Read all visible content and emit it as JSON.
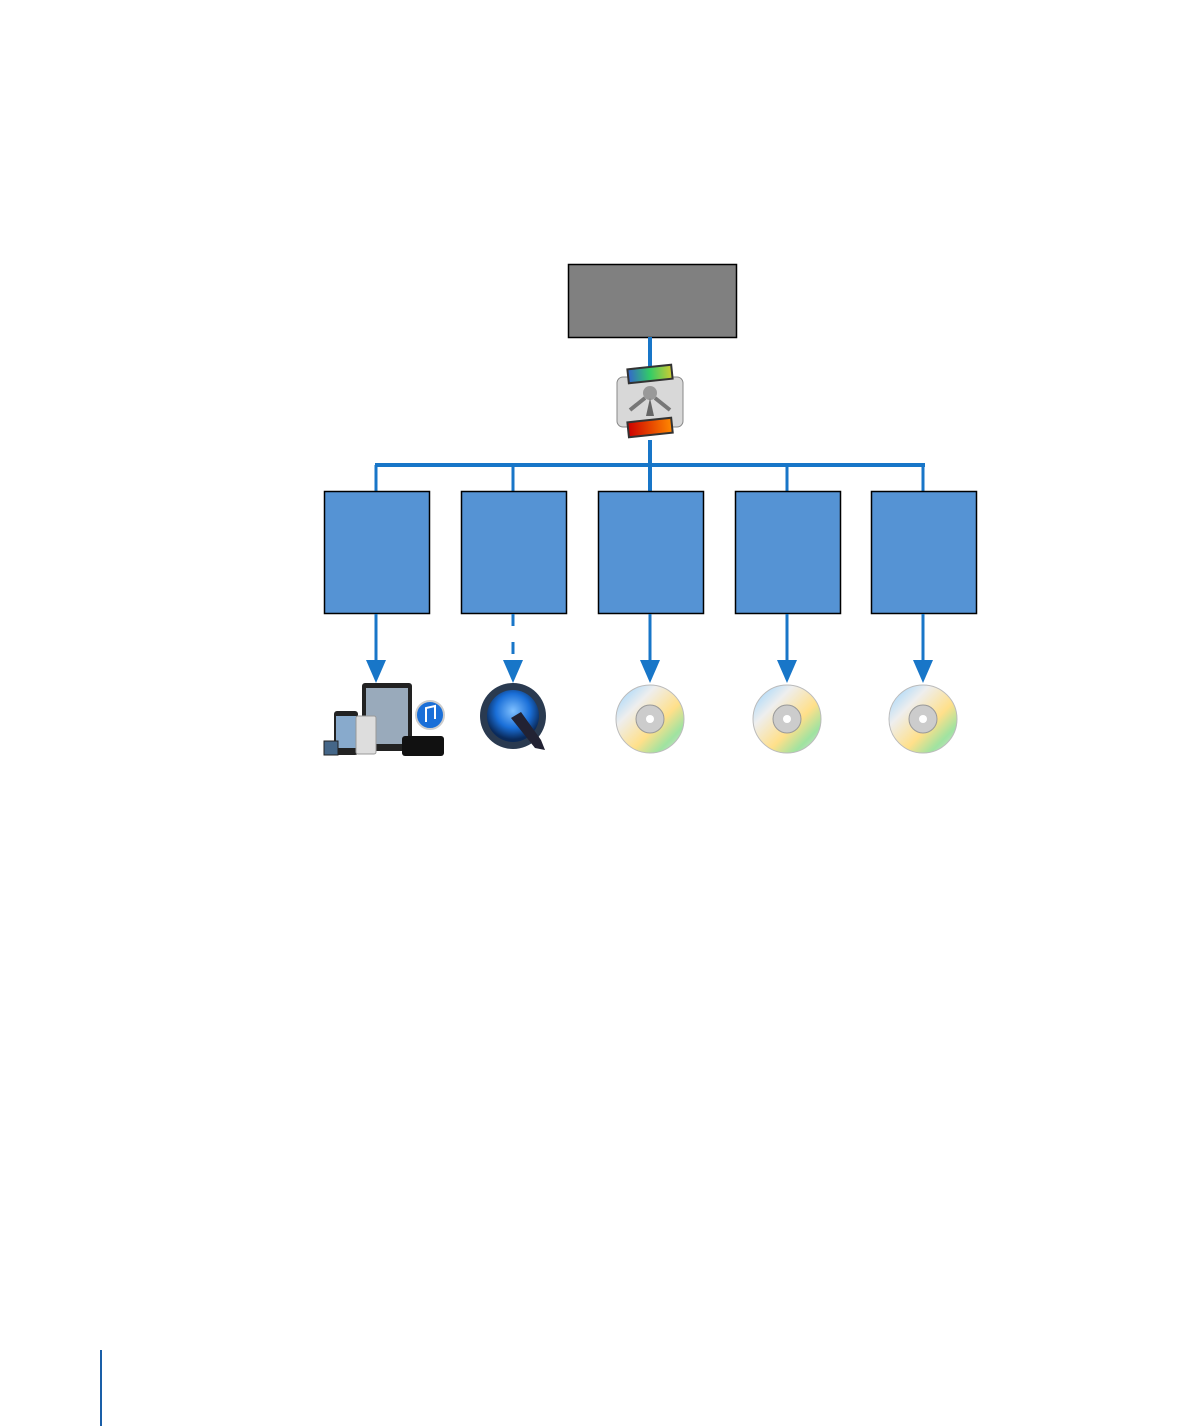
{
  "diagram": {
    "colors": {
      "source_box": "#808080",
      "output_box": "#5593d4",
      "connector": "#1876c8",
      "border": "#000000",
      "margin_rule": "#1a5fa8"
    },
    "nodes": {
      "source": {
        "icon": "source-box"
      },
      "encoder": {
        "icon": "compressor-app-icon"
      },
      "outputs": [
        {
          "destination_icon": "apple-devices-icon",
          "connector_style": "solid"
        },
        {
          "destination_icon": "quicktime-icon",
          "connector_style": "dashed"
        },
        {
          "destination_icon": "dvd-disc-icon",
          "connector_style": "solid"
        },
        {
          "destination_icon": "dvd-disc-icon",
          "connector_style": "solid"
        },
        {
          "destination_icon": "dvd-disc-icon",
          "connector_style": "solid"
        }
      ]
    }
  }
}
